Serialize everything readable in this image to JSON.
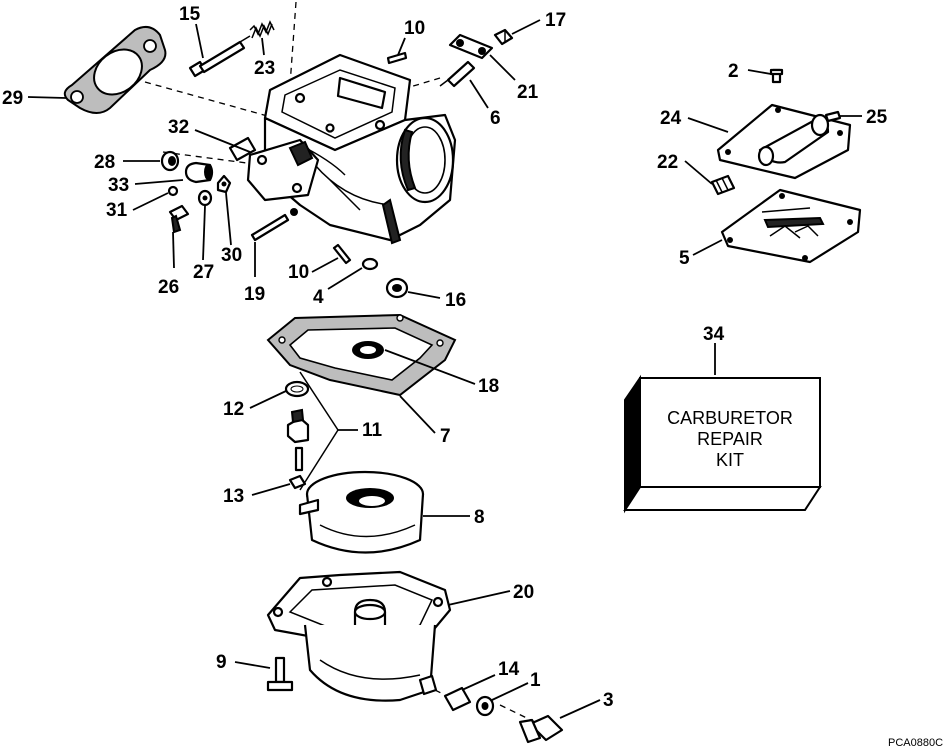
{
  "figure_code": "PCA0880C",
  "kit": {
    "line1": "CARBURETOR",
    "line2": "REPAIR",
    "line3": "KIT"
  },
  "callouts": [
    {
      "id": "c15",
      "label": "15"
    },
    {
      "id": "c23",
      "label": "23"
    },
    {
      "id": "c10a",
      "label": "10"
    },
    {
      "id": "c17",
      "label": "17"
    },
    {
      "id": "c21",
      "label": "21"
    },
    {
      "id": "c6",
      "label": "6"
    },
    {
      "id": "c29",
      "label": "29"
    },
    {
      "id": "c32",
      "label": "32"
    },
    {
      "id": "c28",
      "label": "28"
    },
    {
      "id": "c33",
      "label": "33"
    },
    {
      "id": "c31",
      "label": "31"
    },
    {
      "id": "c26",
      "label": "26"
    },
    {
      "id": "c27",
      "label": "27"
    },
    {
      "id": "c30",
      "label": "30"
    },
    {
      "id": "c19",
      "label": "19"
    },
    {
      "id": "c10b",
      "label": "10"
    },
    {
      "id": "c4",
      "label": "4"
    },
    {
      "id": "c16",
      "label": "16"
    },
    {
      "id": "c2",
      "label": "2"
    },
    {
      "id": "c24",
      "label": "24"
    },
    {
      "id": "c25",
      "label": "25"
    },
    {
      "id": "c22",
      "label": "22"
    },
    {
      "id": "c5",
      "label": "5"
    },
    {
      "id": "c34",
      "label": "34"
    },
    {
      "id": "c18",
      "label": "18"
    },
    {
      "id": "c7",
      "label": "7"
    },
    {
      "id": "c12",
      "label": "12"
    },
    {
      "id": "c11",
      "label": "11"
    },
    {
      "id": "c13",
      "label": "13"
    },
    {
      "id": "c8",
      "label": "8"
    },
    {
      "id": "c20",
      "label": "20"
    },
    {
      "id": "c9",
      "label": "9"
    },
    {
      "id": "c14",
      "label": "14"
    },
    {
      "id": "c1",
      "label": "1"
    },
    {
      "id": "c3",
      "label": "3"
    }
  ]
}
